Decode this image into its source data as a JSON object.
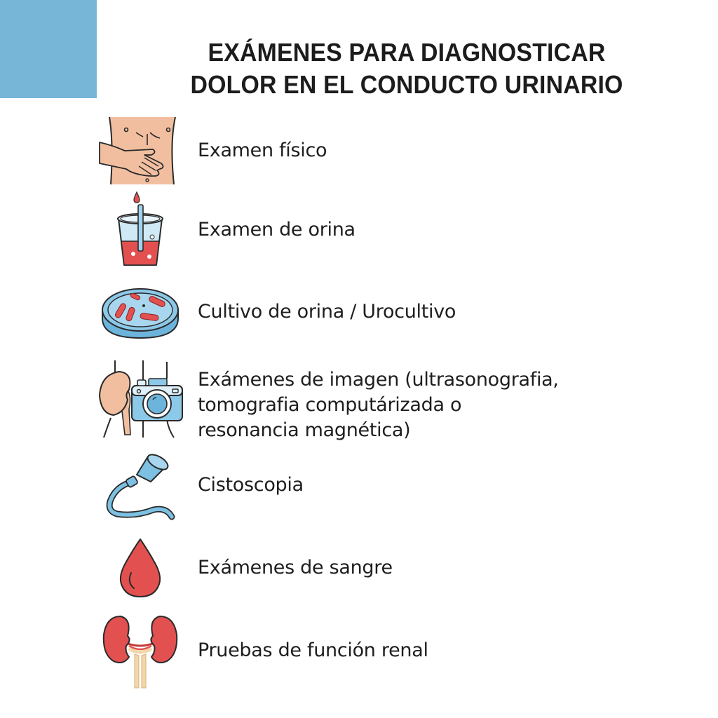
{
  "header": {
    "title_line_1": "EXÁMENES PARA DIAGNOSTICAR",
    "title_line_2": "DOLOR EN EL CONDUCTO URINARIO",
    "accent_color": "#78b6d8"
  },
  "items": [
    {
      "icon": "abdomen-exam-icon",
      "label": "Examen físico"
    },
    {
      "icon": "urine-cup-icon",
      "label": "Examen de orina"
    },
    {
      "icon": "petri-dish-icon",
      "label": "Cultivo de orina / Urocultivo"
    },
    {
      "icon": "kidney-camera-icon",
      "label": "Exámenes de imagen (ultrasonografia,\ntomografia computárizada o\nresonancia magnética)"
    },
    {
      "icon": "cystoscope-icon",
      "label": "Cistoscopia"
    },
    {
      "icon": "blood-drop-icon",
      "label": "Exámenes de sangre"
    },
    {
      "icon": "kidneys-icon",
      "label": "Pruebas de función renal"
    }
  ],
  "colors": {
    "skin": "#f1bfa0",
    "blue": "#7cc0e2",
    "red": "#e2514f",
    "outline": "#1f2a33",
    "tube": "#f3d7a8"
  }
}
